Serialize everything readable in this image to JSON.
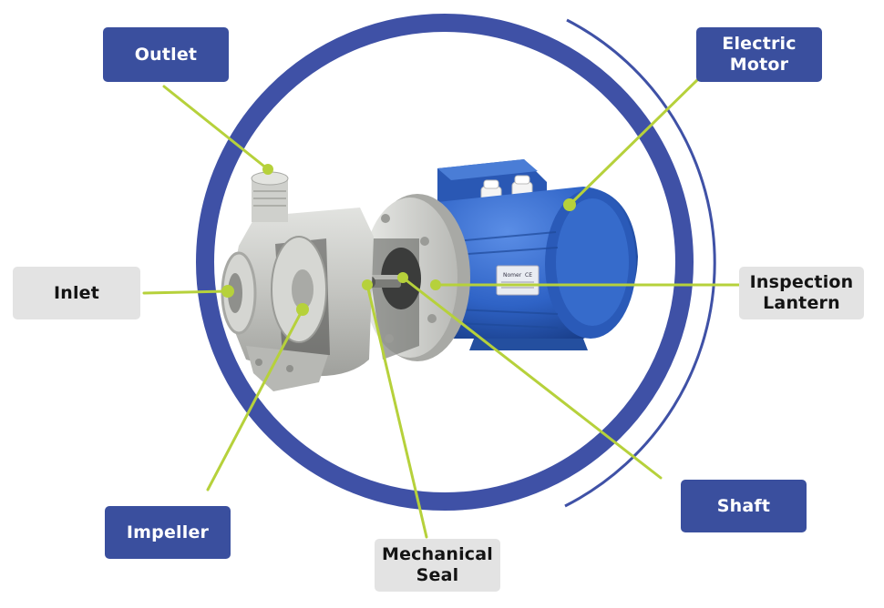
{
  "labels": {
    "outlet": "Outlet",
    "inlet": "Inlet",
    "impeller": "Impeller",
    "mechanical_seal": [
      "Mechanical",
      "Seal"
    ],
    "electric_motor": [
      "Electric",
      "Motor"
    ],
    "inspection_lantern": [
      "Inspection",
      "Lantern"
    ],
    "shaft": "Shaft"
  },
  "motor_plate": {
    "brand": "Nomer",
    "mark": "CE"
  },
  "colors": {
    "label_blue": "#3a4f9e",
    "label_gray": "#e3e3e3",
    "ring": "#3f51a6",
    "leader": "#b6d13b",
    "motor": "#2f63c6",
    "pump_body": "#c8c9c6"
  }
}
